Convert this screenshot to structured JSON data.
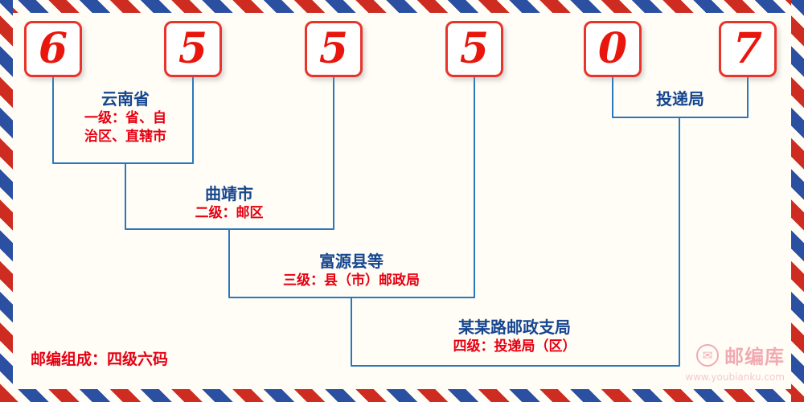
{
  "postal_code": {
    "digits": [
      "6",
      "5",
      "5",
      "5",
      "0",
      "7"
    ]
  },
  "levels": [
    {
      "name": "云南省",
      "desc": [
        "一级：省、自",
        "治区、直辖市"
      ]
    },
    {
      "name": "曲靖市",
      "desc": [
        "二级：邮区"
      ]
    },
    {
      "name": "富源县等",
      "desc": [
        "三级：县（市）邮政局"
      ]
    },
    {
      "name": "某某路邮政支局",
      "desc": [
        "四级：投递局（区）"
      ]
    },
    {
      "name": "投递局",
      "desc": []
    }
  ],
  "footer": {
    "composition": "邮编组成：四级六码"
  },
  "logo": {
    "name": "邮编库",
    "url_text": "www.youbianku.com",
    "envelope_icon": "✉"
  },
  "colors": {
    "digit_red": "#e8160c",
    "box_border_red": "#e8342a",
    "label_blue": "#16468f",
    "desc_red": "#e60012",
    "line_blue": "#2878be",
    "border_stripe_red": "#ce2b21",
    "border_stripe_blue": "#2b50a1",
    "logo_pink": "#f2aab2",
    "background": "#fffdf6"
  }
}
